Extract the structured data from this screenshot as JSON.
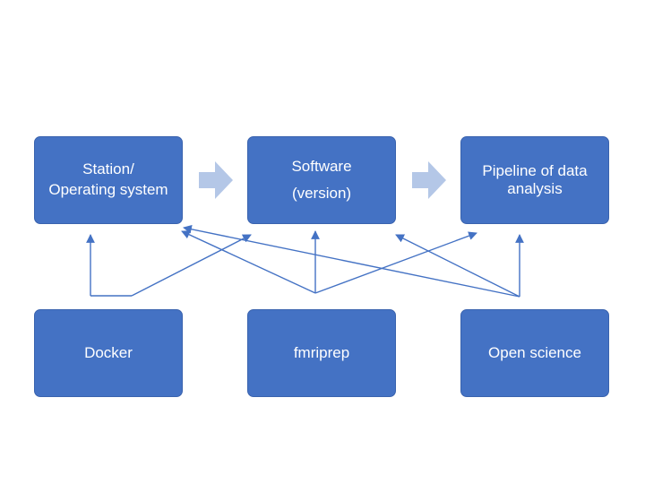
{
  "boxes": {
    "station": "Station/\nOperating system",
    "software": "Software\n(version)",
    "pipeline": "Pipeline of data\nanalysis",
    "docker": "Docker",
    "fmriprep": "fmriprep",
    "open_science": "Open science"
  },
  "colors": {
    "box_fill": "#4472c4",
    "block_arrow": "#b4c7e7",
    "connector": "#4472c4"
  }
}
